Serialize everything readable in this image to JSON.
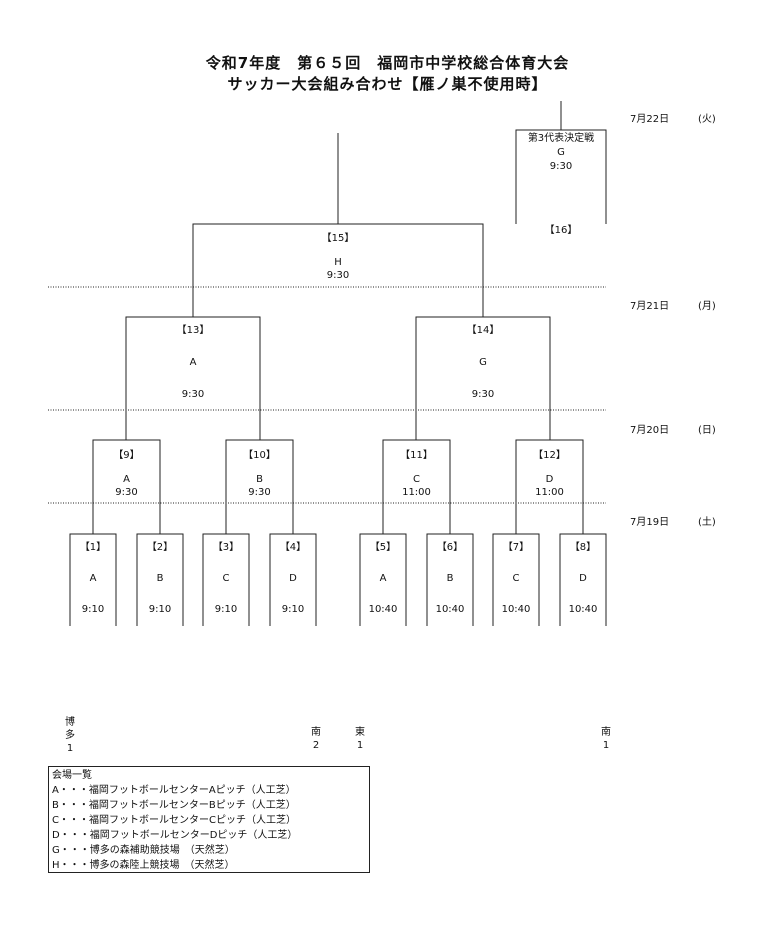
{
  "title_line1": "令和7年度　第６５回　福岡市中学校総合体育大会",
  "title_line2": "サッカー大会組み合わせ【雁ノ巣不使用時】",
  "dates": [
    {
      "date": "7月22日",
      "dow": "(火)"
    },
    {
      "date": "7月21日",
      "dow": "(月)"
    },
    {
      "date": "7月20日",
      "dow": "(日)"
    },
    {
      "date": "7月19日",
      "dow": "(土)"
    }
  ],
  "third_place": {
    "title": "第3代表決定戦",
    "venue": "G",
    "time": "9:30",
    "num": "【16】"
  },
  "final": {
    "num": "【15】",
    "venue": "H",
    "time": "9:30"
  },
  "semis": [
    {
      "num": "【13】",
      "venue": "A",
      "time": "9:30"
    },
    {
      "num": "【14】",
      "venue": "G",
      "time": "9:30"
    }
  ],
  "quarters": [
    {
      "num": "【9】",
      "venue": "A",
      "time": "9:30"
    },
    {
      "num": "【10】",
      "venue": "B",
      "time": "9:30"
    },
    {
      "num": "【11】",
      "venue": "C",
      "time": "11:00"
    },
    {
      "num": "【12】",
      "venue": "D",
      "time": "11:00"
    }
  ],
  "round1": [
    {
      "num": "【1】",
      "venue": "A",
      "time": "9:10"
    },
    {
      "num": "【2】",
      "venue": "B",
      "time": "9:10"
    },
    {
      "num": "【3】",
      "venue": "C",
      "time": "9:10"
    },
    {
      "num": "【4】",
      "venue": "D",
      "time": "9:10"
    },
    {
      "num": "【5】",
      "venue": "A",
      "time": "10:40"
    },
    {
      "num": "【6】",
      "venue": "B",
      "time": "10:40"
    },
    {
      "num": "【7】",
      "venue": "C",
      "time": "10:40"
    },
    {
      "num": "【8】",
      "venue": "D",
      "time": "10:40"
    }
  ],
  "teams": {
    "t1": [
      "博",
      "多",
      "1"
    ],
    "t2": [
      "南",
      "2"
    ],
    "t3": [
      "東",
      "1"
    ],
    "t4": [
      "南",
      "1"
    ]
  },
  "legend": {
    "title": "会場一覧",
    "items": [
      "A・・・福岡フットボールセンターAピッチ（人工芝）",
      "B・・・福岡フットボールセンターBピッチ（人工芝）",
      "C・・・福岡フットボールセンターCピッチ（人工芝）",
      "D・・・福岡フットボールセンターDピッチ（人工芝）",
      "G・・・博多の森補助競技場　（天然芝）",
      "H・・・博多の森陸上競技場　（天然芝）"
    ]
  }
}
